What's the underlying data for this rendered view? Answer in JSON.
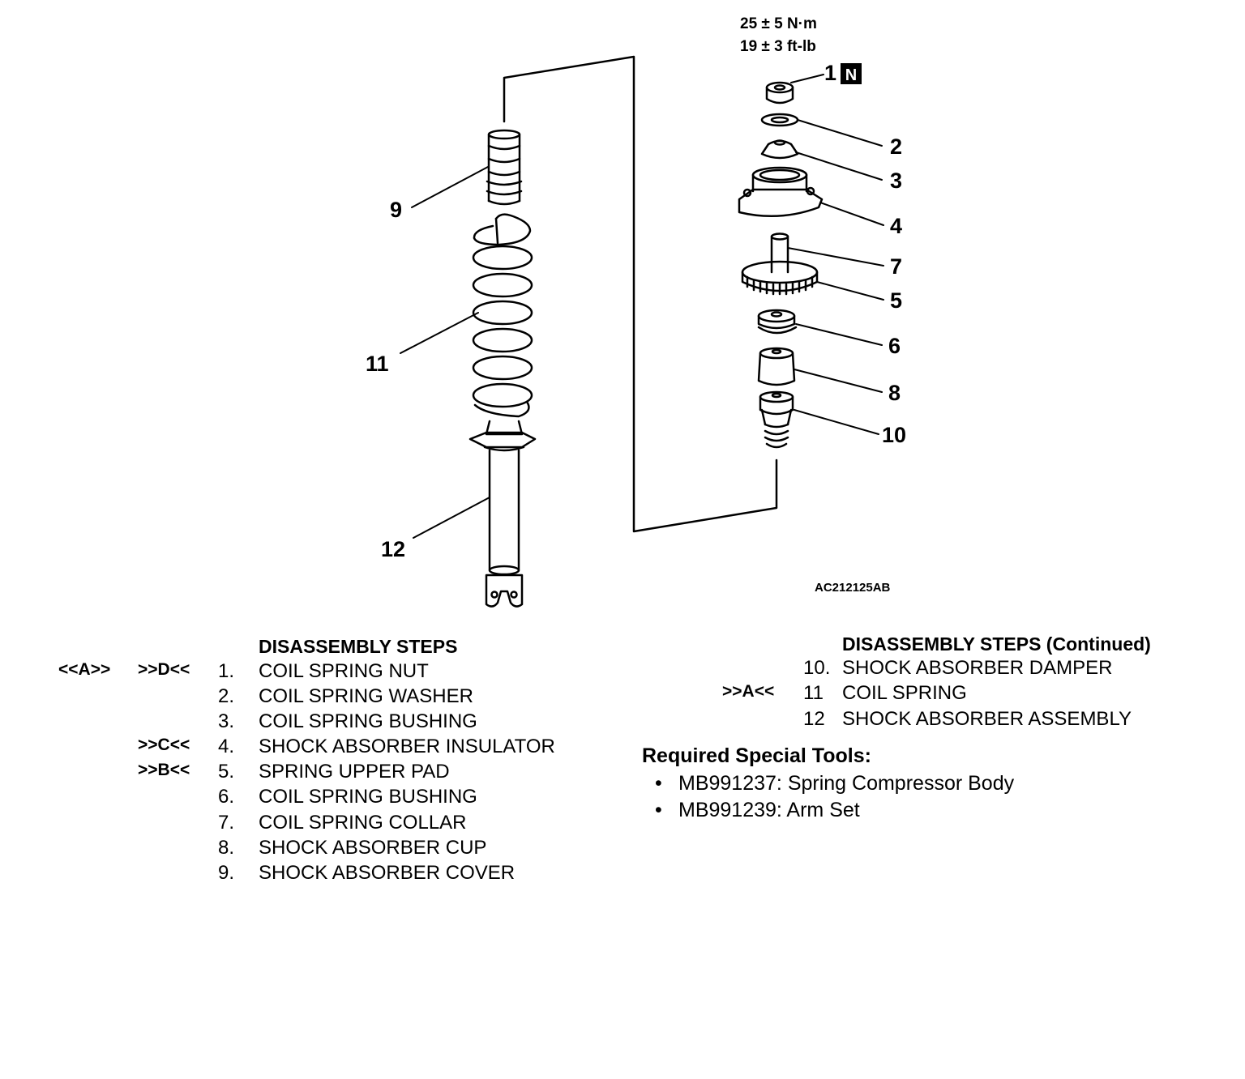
{
  "diagram": {
    "torque_nm": "25 ± 5 N·m",
    "torque_ftlb": "19 ± 3 ft-lb",
    "new_part_badge": "N",
    "figure_id": "AC212125AB",
    "callouts": {
      "c1": "1",
      "c2": "2",
      "c3": "3",
      "c4": "4",
      "c5": "5",
      "c6": "6",
      "c7": "7",
      "c8": "8",
      "c9": "9",
      "c10": "10",
      "c11": "11",
      "c12": "12"
    }
  },
  "steps_left": {
    "title": "DISASSEMBLY STEPS",
    "items": [
      {
        "mark1": "<<A>>",
        "mark2": ">>D<<",
        "num": "1.",
        "label": "COIL SPRING NUT"
      },
      {
        "mark1": "",
        "mark2": "",
        "num": "2.",
        "label": "COIL SPRING WASHER"
      },
      {
        "mark1": "",
        "mark2": "",
        "num": "3.",
        "label": "COIL SPRING BUSHING"
      },
      {
        "mark1": "",
        "mark2": ">>C<<",
        "num": "4.",
        "label": "SHOCK ABSORBER INSULATOR"
      },
      {
        "mark1": "",
        "mark2": ">>B<<",
        "num": "5.",
        "label": "SPRING UPPER PAD"
      },
      {
        "mark1": "",
        "mark2": "",
        "num": "6.",
        "label": "COIL SPRING BUSHING"
      },
      {
        "mark1": "",
        "mark2": "",
        "num": "7.",
        "label": "COIL SPRING COLLAR"
      },
      {
        "mark1": "",
        "mark2": "",
        "num": "8.",
        "label": "SHOCK ABSORBER CUP"
      },
      {
        "mark1": "",
        "mark2": "",
        "num": "9.",
        "label": "SHOCK ABSORBER COVER"
      }
    ]
  },
  "steps_right": {
    "title": "DISASSEMBLY STEPS (Continued)",
    "items": [
      {
        "mark": "",
        "num": "10.",
        "label": "SHOCK ABSORBER DAMPER"
      },
      {
        "mark": ">>A<<",
        "num": "11",
        "label": "COIL SPRING"
      },
      {
        "mark": "",
        "num": "12",
        "label": "SHOCK ABSORBER ASSEMBLY"
      }
    ]
  },
  "tools": {
    "title": "Required Special Tools:",
    "items": [
      {
        "bullet": "•",
        "label": "MB991237: Spring Compressor Body"
      },
      {
        "bullet": "•",
        "label": "MB991239: Arm Set"
      }
    ]
  }
}
